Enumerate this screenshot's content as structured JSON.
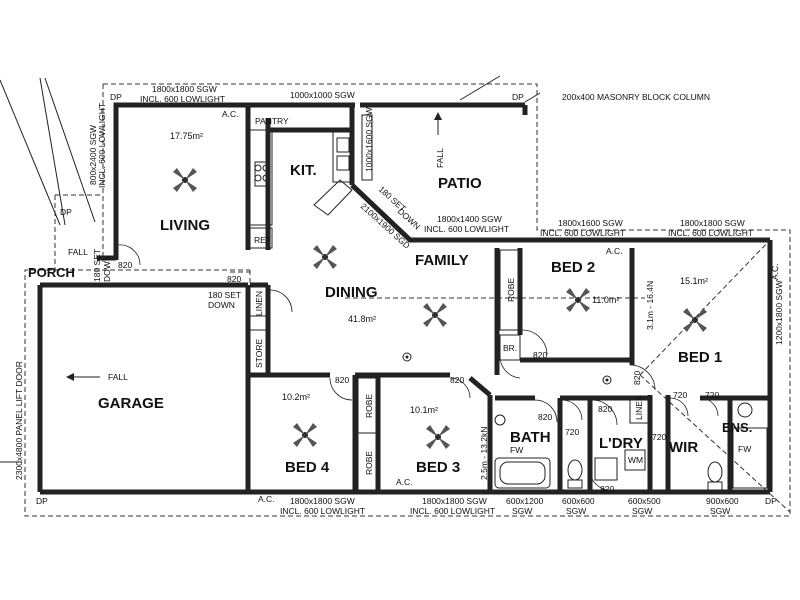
{
  "rooms": {
    "living": "LIVING",
    "kit": "KIT.",
    "patio": "PATIO",
    "family": "FAMILY",
    "dining": "DINING",
    "porch": "PORCH",
    "garage": "GARAGE",
    "bed1": "BED 1",
    "bed2": "BED 2",
    "bed3": "BED 3",
    "bed4": "BED 4",
    "bath": "BATH",
    "ldry": "L'DRY",
    "wir": "WIR",
    "ens": "ENS."
  },
  "areas": {
    "living": "17.75m²",
    "dining": "41.8m²",
    "bed1": "15.1m²",
    "bed2": "11.0m²",
    "bed3": "10.1m²",
    "bed4": "10.2m²"
  },
  "fixtures": {
    "pantry": "PANTRY",
    "ref": "REF",
    "linen1": "LINEN",
    "linen2": "LINEN",
    "store": "STORE",
    "robe_bed2": "ROBE",
    "robe_bed4": "ROBE",
    "robe_bed3": "ROBE",
    "br": "BR.",
    "wm": "WM",
    "fw_bath": "FW",
    "fw_ens": "FW"
  },
  "notes": {
    "dp1": "DP",
    "dp2": "DP",
    "dp3": "DP",
    "dp4": "DP",
    "dp5": "DP",
    "ac1": "A.C.",
    "ac2": "A.C.",
    "ac3": "A.C.",
    "ac4": "A.C.",
    "ac5": "A.C.",
    "living_window_l1": "1800x1800 SGW",
    "living_window_l2": "INCL. 600 LOWLIGHT",
    "kit_window": "1000x1000 SGW",
    "column": "200x400 MASONRY BLOCK COLUMN",
    "patio_side": "1000x1600 SGW",
    "set_down_1": "180 SET",
    "set_down_2": "DOWN",
    "sgd": "2100x1900 SGD",
    "family_window_l1": "1800x1400 SGW",
    "family_window_l2": "INCL. 600 LOWLIGHT",
    "bed2_window_l1": "1800x1600 SGW",
    "bed2_window_l2": "INCL. 600 LOWLIGHT",
    "bed1_window_l1": "1800x1800 SGW",
    "bed1_window_l2": "INCL. 600 LOWLIGHT",
    "bed1_side": "1200x1800 SGW",
    "bed1_dim": "3.1m - 16.4N",
    "porch_window_l1": "800x2400 SGW",
    "porch_window_l2": "INCL. 600 LOWLIGHT",
    "porch_fall": "FALL",
    "porch_set_l1": "180 SET",
    "porch_set_l2": "DOWN",
    "dining_set_l1": "180 SET",
    "dining_set_l2": "DOWN",
    "patio_fall": "FALL",
    "garage_fall": "FALL",
    "garage_door": "2300x4800 PANEL LIFT DOOR",
    "bed4_window_l1": "1800x1800 SGW",
    "bed4_window_l2": "INCL. 600 LOWLIGHT",
    "bed3_window_l1": "1800x1800 SGW",
    "bed3_window_l2": "INCL. 600 LOWLIGHT",
    "bed3_dim": "2.5m - 13.2kN",
    "bath_window_l1": "600x1200",
    "bath_window_l2": "SGW",
    "toilet_window_l1": "600x600",
    "toilet_window_l2": "SGW",
    "ldry_window_l1": "600x500",
    "ldry_window_l2": "SGW",
    "ens_window_l1": "900x600",
    "ens_window_l2": "SGW",
    "d820_1": "820",
    "d820_2": "820",
    "d820_3": "820",
    "d820_4": "820",
    "d820_5": "820",
    "d820_6": "820",
    "d820_7": "820",
    "d820_8": "820",
    "d820_9": "820",
    "d720_1": "720",
    "d720_2": "720",
    "d720_3": "720",
    "d720_4": "720"
  }
}
